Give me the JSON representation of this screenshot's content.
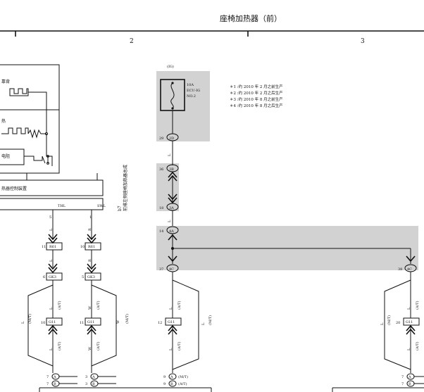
{
  "header": {
    "title": "座椅加热器（前）",
    "col_2": "2",
    "col_3": "3"
  },
  "left_module": {
    "label_backrest": "靠背",
    "label_heat": "热",
    "label_resistor": "电阻",
    "label_controller": "热器控制装置",
    "pin_5": "5",
    "pin_1": "1",
    "thl": "THL",
    "swl": "SWL"
  },
  "side_label": {
    "code": "b7",
    "text": "前排左侧座椅加热器总成"
  },
  "fuse": {
    "supply": "(IG)",
    "rating": "10A",
    "name1": "ECU-IG",
    "name2": "NO.2"
  },
  "notes": [
    "＊1 :约 2010 年 2 月之前生产",
    "＊2 :约 2010 年 2 月之后生产",
    "＊3 :约 2010 年 8 月之前生产",
    "＊4 :约 2010 年 8 月之后生产"
  ],
  "connectors": {
    "c29": "29",
    "c2d": "2D",
    "c36": "36",
    "c3b": "3B",
    "c18": "18",
    "c3a": "3A",
    "c14": "14",
    "c4a": "4A",
    "c37": "37",
    "c4c": "4C",
    "c38": "38",
    "c4c_r": "4C",
    "r61_pin": "11",
    "r61": "R61",
    "r61b_pin": "10",
    "r61b": "R61",
    "gk3_pin": "6",
    "gk3": "GK3",
    "gk3b_pin": "5",
    "gk3b": "GK3",
    "g11a_pin": "10",
    "g11a": "G11",
    "g11b_pin": "11",
    "g11b": "G11",
    "g11c_pin": "12",
    "g11c": "G11",
    "g11d_pin": "20",
    "g11d": "G11",
    "b7_a": "7",
    "b7_b": "7",
    "b3_a": "3",
    "b3_b": "3",
    "b9_a": "9",
    "b9_b": "9",
    "b7r_a": "7",
    "b7r_b": "7",
    "mt_label": "(M/T)",
    "at_label": "(A/T)"
  },
  "wires": {
    "l": "L",
    "r": "R",
    "w": "W",
    "mt": "(M/T)",
    "at": "(A/T)"
  }
}
